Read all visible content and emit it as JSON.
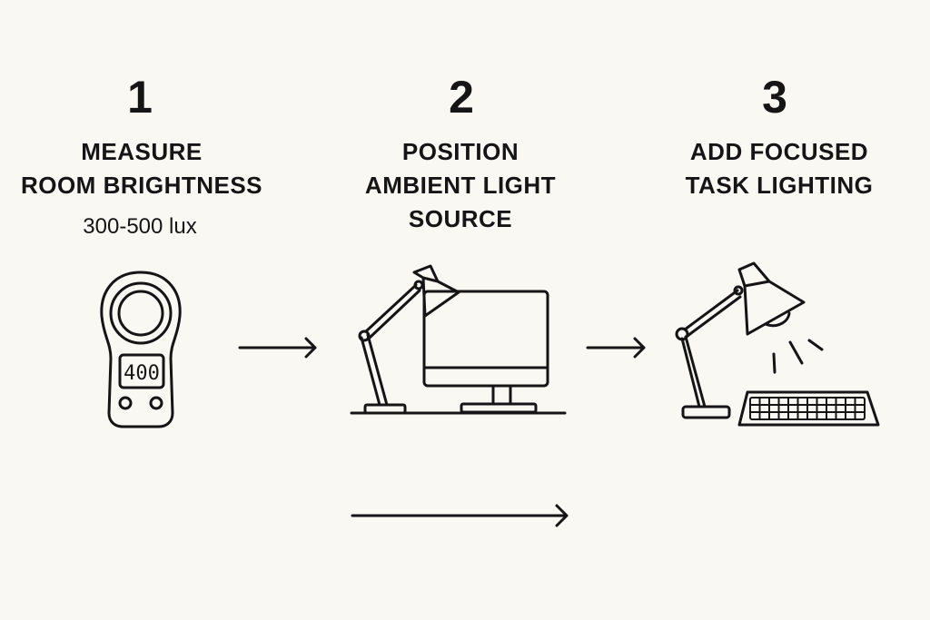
{
  "steps": [
    {
      "number": "1",
      "title_line1": "MEASURE",
      "title_line2": "ROOM BRIGHTNESS",
      "detail": "300-500 lux",
      "meter_reading": "400"
    },
    {
      "number": "2",
      "title_line1": "POSITION",
      "title_line2": "AMBIENT LIGHT",
      "title_line3": "SOURCE"
    },
    {
      "number": "3",
      "title_line1": "ADD FOCUSED",
      "title_line2": "TASK LIGHTING"
    }
  ],
  "colors": {
    "background": "#f9f8f3",
    "ink": "#151515"
  }
}
